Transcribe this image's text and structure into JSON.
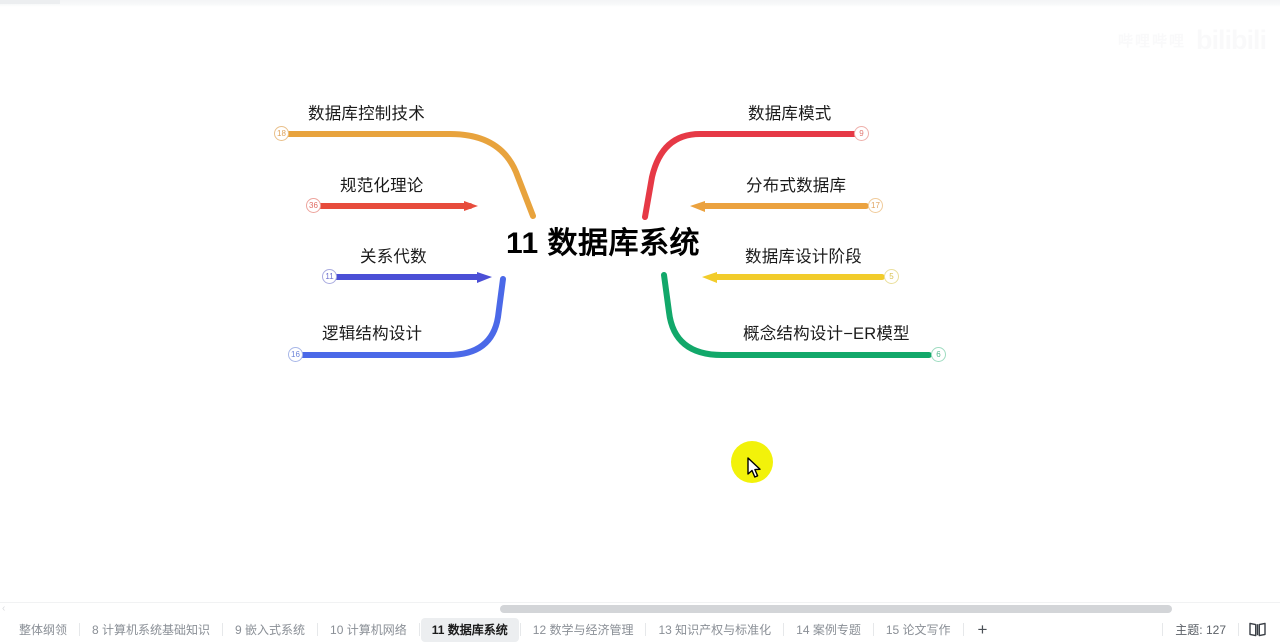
{
  "app": {
    "watermark_text": "哔哩哔哩",
    "watermark_logo": "bilibili"
  },
  "mindmap": {
    "center": {
      "label": "11 数据库系统"
    },
    "left_branches": [
      {
        "label": "数据库控制技术",
        "badge": "18",
        "color": "#e8a33d"
      },
      {
        "label": "规范化理论",
        "badge": "36",
        "color": "#e74c3c"
      },
      {
        "label": "关系代数",
        "badge": "11",
        "color": "#4b4fd6"
      },
      {
        "label": "逻辑结构设计",
        "badge": "16",
        "color": "#4b69e8"
      }
    ],
    "right_branches": [
      {
        "label": "数据库模式",
        "badge": "9",
        "color": "#e63946"
      },
      {
        "label": "分布式数据库",
        "badge": "17",
        "color": "#eba23f"
      },
      {
        "label": "数据库设计阶段",
        "badge": "5",
        "color": "#f2cc2a"
      },
      {
        "label": "概念结构设计−ER模型",
        "badge": "6",
        "color": "#12a86a"
      }
    ]
  },
  "cursor": {
    "icon": "mouse-pointer-icon",
    "highlight_color": "#f2f20a"
  },
  "tabbar": {
    "tabs": [
      {
        "label": "整体纲领",
        "active": false
      },
      {
        "label": "8 计算机系统基础知识",
        "active": false
      },
      {
        "label": "9 嵌入式系统",
        "active": false
      },
      {
        "label": "10 计算机网络",
        "active": false
      },
      {
        "label": "11 数据库系统",
        "active": true
      },
      {
        "label": "12 数学与经济管理",
        "active": false
      },
      {
        "label": "13 知识产权与标准化",
        "active": false
      },
      {
        "label": "14 案例专题",
        "active": false
      },
      {
        "label": "15 论文写作",
        "active": false
      }
    ],
    "add_label": "+",
    "theme_label": "主题: 127",
    "book_icon": "book-icon"
  }
}
